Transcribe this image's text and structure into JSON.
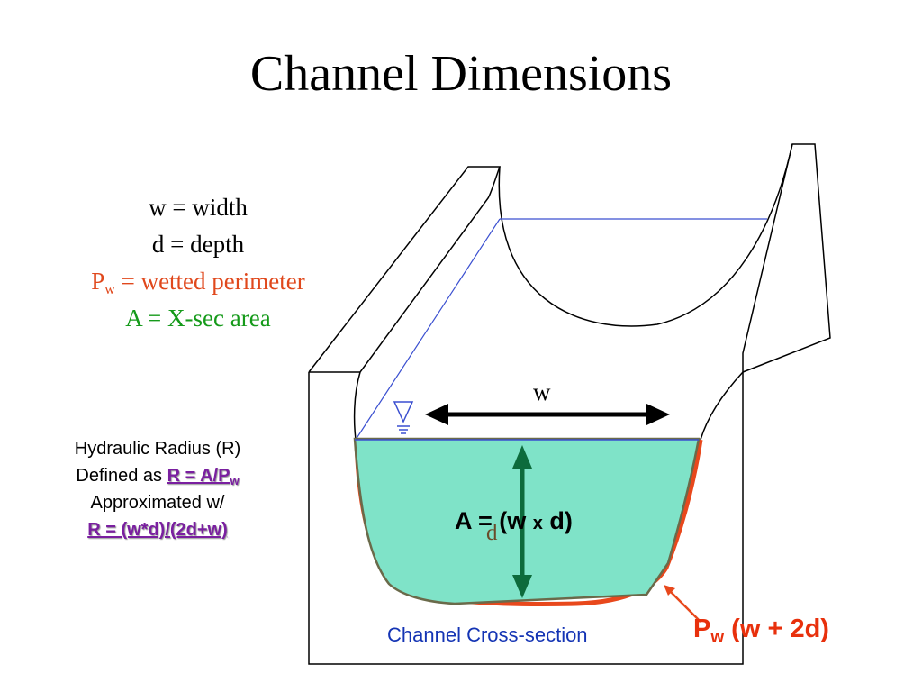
{
  "title": "Channel Dimensions",
  "definitions": {
    "width": "w = width",
    "depth": "d = depth",
    "perimeter_symbol": "P",
    "perimeter_sub": "w",
    "perimeter_text": " = wetted perimeter",
    "area": "A = X-sec area"
  },
  "hydraulic_radius": {
    "line1": "Hydraulic Radius (R)",
    "line2_prefix": "Defined as ",
    "line2_formula": "R = A/P",
    "line2_sub": "w",
    "line3": "Approximated w/",
    "line4": "R = (w*d)/(2d+w)"
  },
  "diagram": {
    "width_label": "w",
    "depth_label": "d",
    "area_label_prefix": "A = (w ",
    "area_label_x": "x",
    "area_label_suffix": " d)",
    "caption": "Channel Cross-section",
    "pw_symbol": "P",
    "pw_sub": "w",
    "pw_text": " (w + 2d)"
  },
  "colors": {
    "water": "#7fe3c8",
    "perimeter": "#e8481c",
    "area_text": "#159a1a",
    "caption": "#1434b4",
    "formula": "#7a1fa0",
    "arrow": "#0d6b3c",
    "water_line": "#3a4fd0"
  }
}
